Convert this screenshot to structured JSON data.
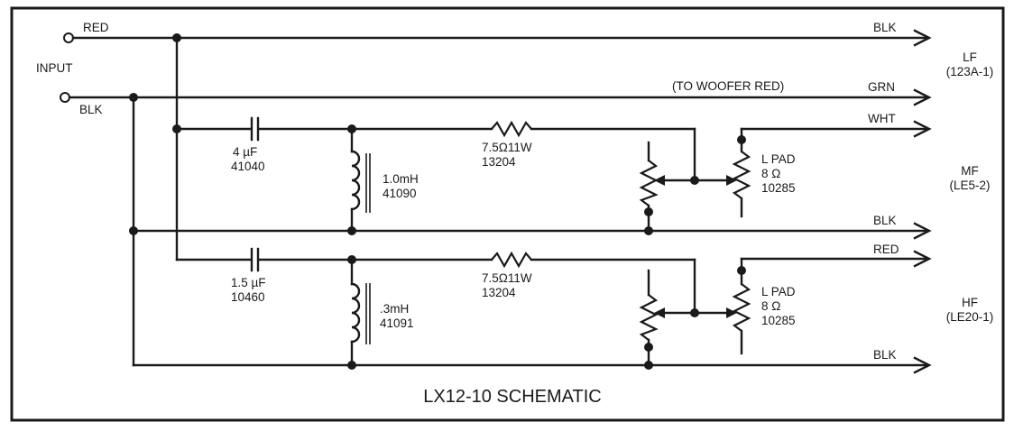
{
  "title": "LX12-10 SCHEMATIC",
  "input": {
    "label": "INPUT",
    "positive_wire": "RED",
    "negative_wire": "BLK"
  },
  "outputs": {
    "lf": {
      "name": "LF",
      "model": "(123A-1)",
      "wires": [
        "BLK",
        "GRN"
      ],
      "note": "(TO WOOFER RED)"
    },
    "mf": {
      "name": "MF",
      "model": "(LE5-2)",
      "wires": [
        "WHT",
        "BLK"
      ]
    },
    "hf": {
      "name": "HF",
      "model": "(LE20-1)",
      "wires": [
        "RED",
        "BLK"
      ]
    }
  },
  "components": {
    "mf_capacitor": {
      "value": "4 µF",
      "part": "41040"
    },
    "mf_inductor": {
      "value": "1.0mH",
      "part": "41090"
    },
    "mf_resistor": {
      "value": "7.5Ω11W",
      "part": "13204"
    },
    "mf_lpad": {
      "name": "L PAD",
      "value": "8 Ω",
      "part": "10285"
    },
    "hf_capacitor": {
      "value": "1.5 µF",
      "part": "10460"
    },
    "hf_inductor": {
      "value": ".3mH",
      "part": "41091"
    },
    "hf_resistor": {
      "value": "7.5Ω11W",
      "part": "13204"
    },
    "hf_lpad": {
      "name": "L PAD",
      "value": "8 Ω",
      "part": "10285"
    }
  }
}
